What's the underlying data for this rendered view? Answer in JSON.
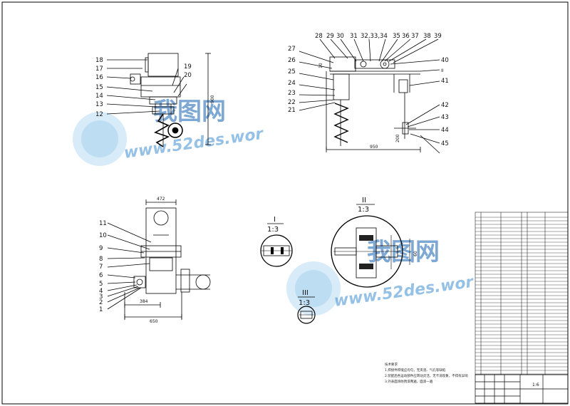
{
  "view_front": {
    "callouts": [
      "18",
      "17",
      "16",
      "15",
      "14",
      "13",
      "12"
    ],
    "callouts_right": [
      "19",
      "20"
    ],
    "dim_height": "900"
  },
  "view_side": {
    "callouts_top": [
      "28",
      "29",
      "30",
      "31",
      "32,33,34",
      "35",
      "36",
      "37",
      "38",
      "39"
    ],
    "callouts_left": [
      "27",
      "26",
      "25",
      "24",
      "23",
      "22",
      "21"
    ],
    "callouts_right": [
      "40",
      "41",
      "42",
      "43",
      "44",
      "45"
    ],
    "dim_width": "950",
    "dim_left": "10",
    "dim_center": "200",
    "section_mark": "II"
  },
  "view_top": {
    "callouts": [
      "11",
      "10",
      "9",
      "8",
      "7",
      "6",
      "5",
      "4",
      "3",
      "2",
      "1"
    ],
    "dim_top": "472",
    "dim_inner": "384",
    "dim_overall": "650"
  },
  "detail_1": {
    "title": "I",
    "scale": "1:3"
  },
  "detail_2": {
    "title": "II",
    "scale": "1:3",
    "dim": "60"
  },
  "detail_3": {
    "title": "III",
    "scale": "1:3"
  },
  "notes": {
    "title": "技术要求",
    "lines": [
      "1.焊接件焊缝应均匀，无夹渣、气孔等缺陷",
      "2.装配后各运动部件应转动灵活，无卡滞现象，不得有异响",
      "3.外表面涂防锈漆两遍，面漆一遍"
    ]
  },
  "title_block": {
    "scale_label": "1:6"
  },
  "watermark": {
    "cn": "我图网",
    "url": "www.52des.wor"
  }
}
